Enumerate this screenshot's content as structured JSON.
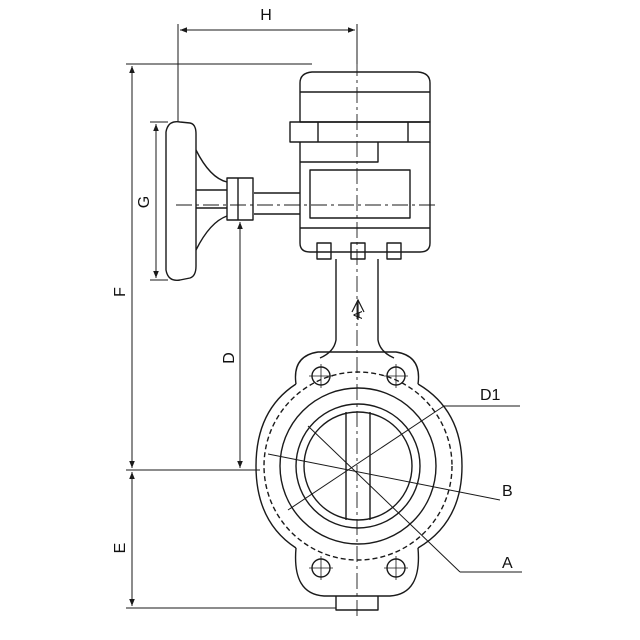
{
  "drawing": {
    "line_color": "#1a1a1a",
    "background": "#ffffff",
    "dimensions": {
      "H": "H",
      "G": "G",
      "F": "F",
      "D": "D",
      "E": "E",
      "D1": "D1",
      "B": "B",
      "A": "A"
    },
    "flow_mark": "A"
  }
}
